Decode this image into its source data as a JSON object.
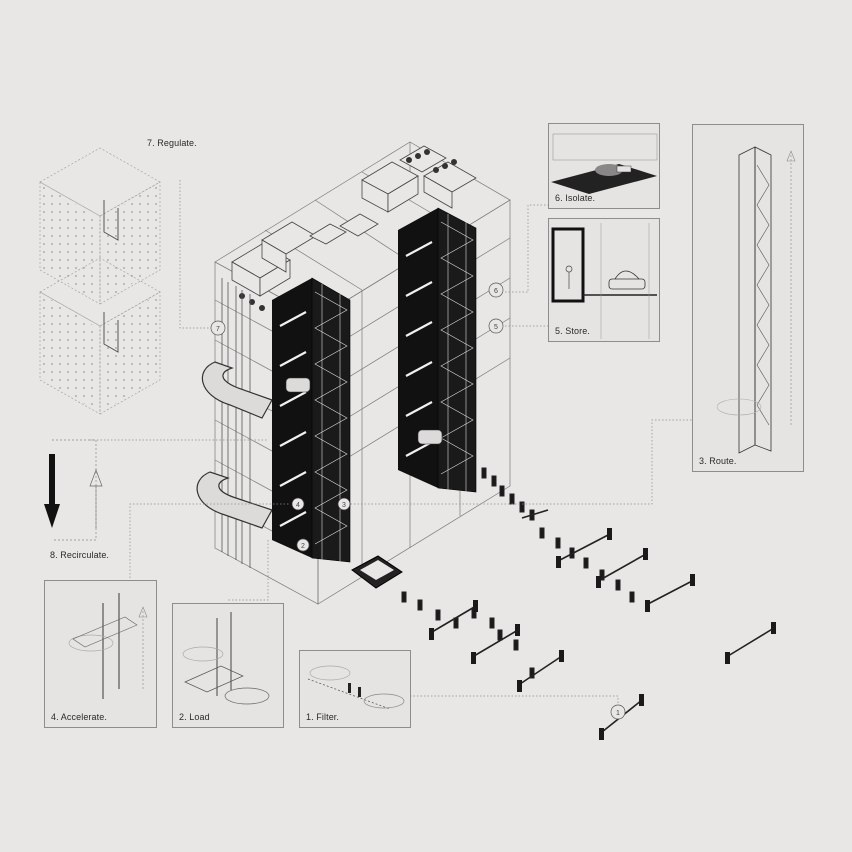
{
  "colors": {
    "background": "#e8e7e5",
    "line": "#3a3a3a",
    "faint": "#8a8a8a",
    "fill_dark": "#111111"
  },
  "labels": {
    "regulate": "7. Regulate.",
    "isolate": "6. Isolate.",
    "store": "5. Store.",
    "route": "3. Route.",
    "recirculate": "8. Recirculate.",
    "accelerate": "4. Accelerate.",
    "load": "2. Load",
    "filter": "1. Filter."
  },
  "markers": {
    "m7": "7",
    "m6": "6",
    "m5": "5",
    "m2": "2",
    "m4": "4",
    "m3": "3",
    "m1": "1"
  }
}
